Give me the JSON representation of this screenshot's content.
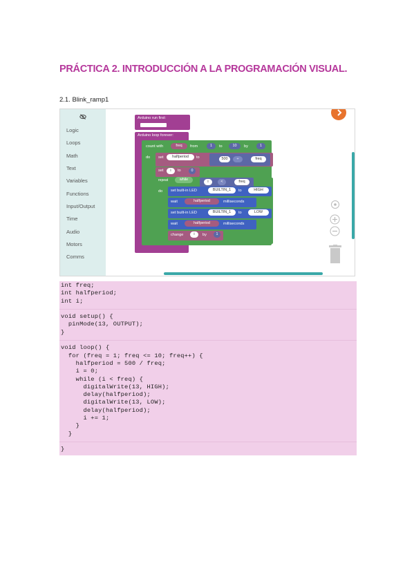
{
  "title": "PRÁCTICA 2. INTRODUCCIÓN A LA PROGRAMACIÓN VISUAL.",
  "subtitle": "2.1. Blink_ramp1",
  "toolbox": {
    "icon": "eye-slash-icon",
    "categories": [
      "Logic",
      "Loops",
      "Math",
      "Text",
      "Variables",
      "Functions",
      "Input/Output",
      "Time",
      "Audio",
      "Motors",
      "Comms"
    ]
  },
  "blocks": {
    "run_first": "Arduino run first:",
    "loop_forever": "Arduino loop forever:",
    "count_with": "count with",
    "freq": "freq",
    "from": "from",
    "v1": "1",
    "to": "to",
    "v10": "10",
    "by": "by",
    "do": "do",
    "set": "set",
    "halfperiod": "halfperiod",
    "v500": "500",
    "div": "÷",
    "i": "i",
    "v0": "0",
    "repeat": "repeat",
    "while": "while",
    "lt": "<",
    "set_builtin": "set built-in LED",
    "builtin": "BUILTIN_1",
    "high": "HIGH",
    "low": "LOW",
    "wait": "wait",
    "milliseconds": "milliseconds",
    "change": "change",
    "change_by": "by"
  },
  "code": [
    "int freq;",
    "int halfperiod;",
    "int i;",
    "",
    "void setup() {",
    "  pinMode(13, OUTPUT);",
    "}",
    "",
    "void loop() {",
    "  for (freq = 1; freq <= 10; freq++) {",
    "    halfperiod = 500 / freq;",
    "    i = 0;",
    "    while (i < freq) {",
    "      digitalWrite(13, HIGH);",
    "      delay(halfperiod);",
    "      digitalWrite(13, LOW);",
    "      delay(halfperiod);",
    "      i += 1;",
    "    }",
    "  }",
    "",
    "}"
  ],
  "colors": {
    "title": "#b5379b",
    "arduino_block": "#a23f93",
    "loop_block": "#5ba65b",
    "var_block": "#a55b80",
    "math_block": "#5c68a6",
    "io_block": "#3f62c1",
    "code_bg": "#f1cfe9"
  }
}
